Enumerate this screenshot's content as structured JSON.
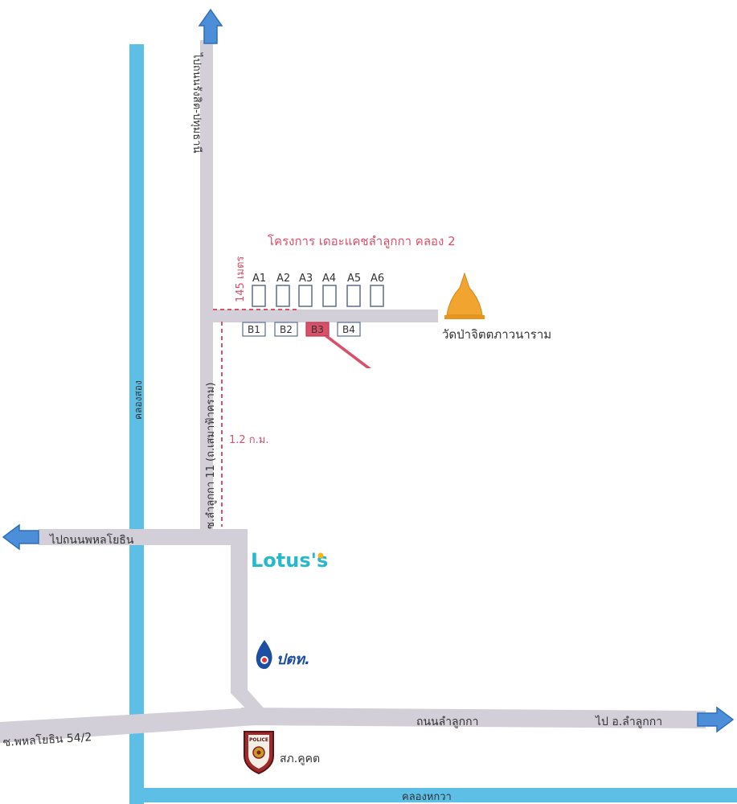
{
  "project_title": "โครงการ เดอะแคชลำลูกกา คลอง 2",
  "roads": {
    "north_road": "ไปถนนรังสิต-ปทุมธานี",
    "soi_11": "ซ.ลำลูกกา 11 (ถ.เสมาฟ้าคราม)",
    "west_road": "ไปถนนพหลโยธิน",
    "main_road": "ถนนลำลูกกา",
    "east_road": "ไป อ.ลำลูกกา",
    "phahon_soi": "ซ.พหลโยธิน 54/2"
  },
  "canals": {
    "khlong_song": "คลองสอง",
    "khlong_hok_wa": "คลองหกวา"
  },
  "distances": {
    "short": "145 เมตร",
    "long": "1.2 ก.ม."
  },
  "plots_a": [
    "A1",
    "A2",
    "A3",
    "A4",
    "A5",
    "A6"
  ],
  "plots_b": [
    "B1",
    "B2",
    "B3",
    "B4"
  ],
  "highlighted_plot": "B3",
  "landmarks": {
    "temple": "วัดป่าจิตตภาวนาราม",
    "store": "Lotus's",
    "gas_station": "ปตท.",
    "police": "สภ.คูคต",
    "police_badge_text": "POLICE"
  },
  "colors": {
    "canal": "#5ebfe6",
    "road": "#d3cfd8",
    "arrow": "#4c8fd8",
    "accent": "#d9506a",
    "lotus_teal": "#27b8c9",
    "lotus_yellow": "#f5b616",
    "temple_gold": "#f2a431",
    "ptt_blue": "#1c4ea1"
  }
}
